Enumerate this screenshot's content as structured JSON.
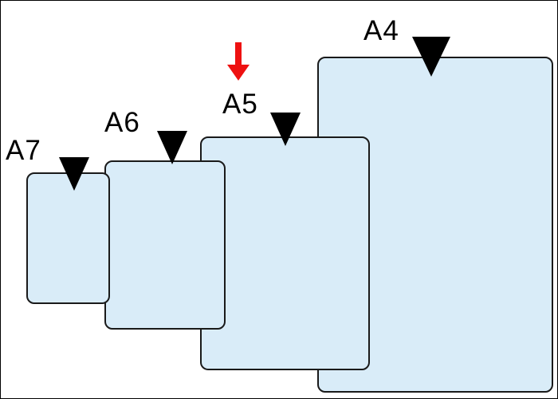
{
  "diagram": {
    "papers": [
      {
        "label": "A7"
      },
      {
        "label": "A6"
      },
      {
        "label": "A5"
      },
      {
        "label": "A4"
      }
    ],
    "arrow_points_to": "A5",
    "colors": {
      "paper_fill": "#d9ecf8",
      "paper_border": "#1a1a1a",
      "marker_triangle": "#000000",
      "arrow": "#ee1111",
      "background": "#ffffff",
      "label_text": "#000000"
    }
  }
}
